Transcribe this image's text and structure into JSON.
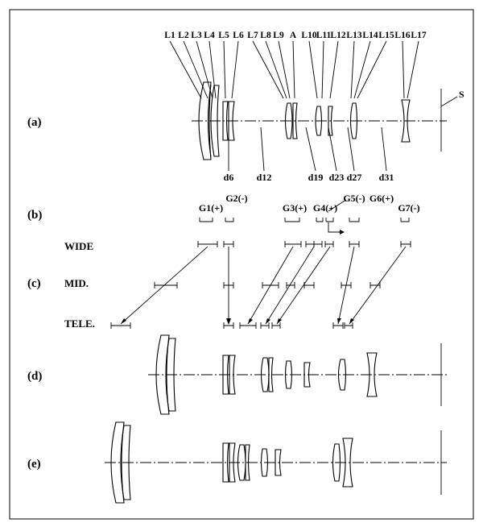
{
  "panels": {
    "a": "(a)",
    "b": "(b)",
    "c": "(c)",
    "d": "(d)",
    "e": "(e)"
  },
  "lens_labels": [
    "L1",
    "L2",
    "L3",
    "L4",
    "L5",
    "L6",
    "L7",
    "L8",
    "L9",
    "A",
    "L10",
    "L11",
    "L12",
    "L13",
    "L14",
    "L15",
    "L16",
    "L17"
  ],
  "image_plane_label": "S",
  "spacing_labels": [
    "d6",
    "d12",
    "d19",
    "d23",
    "d27",
    "d31"
  ],
  "group_labels": [
    "G1(+)",
    "G2(-)",
    "G3(+)",
    "G4(+)",
    "G5(-)",
    "G6(+)",
    "G7(-)"
  ],
  "zoom_states": {
    "wide": "WIDE",
    "mid": "MID.",
    "tele": "TELE."
  }
}
